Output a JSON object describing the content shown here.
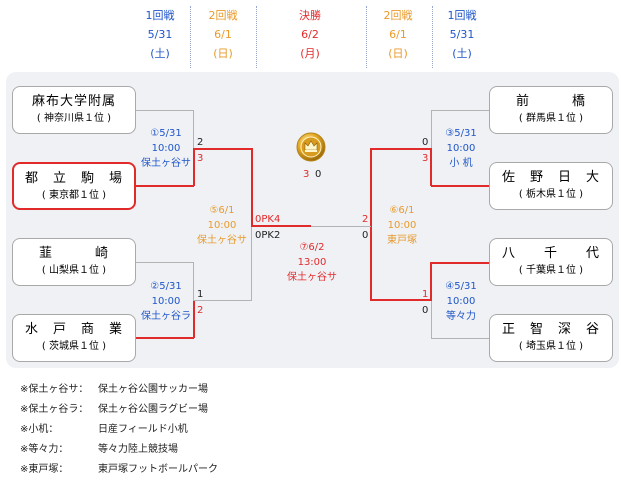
{
  "header": {
    "col1": {
      "round": "1回戦",
      "date": "5/31",
      "day": "(土)"
    },
    "col2": {
      "round": "2回戦",
      "date": "6/1",
      "day": "(日)"
    },
    "col3": {
      "round": "決勝",
      "date": "6/2",
      "day": "(月)"
    },
    "col4": {
      "round": "2回戦",
      "date": "6/1",
      "day": "(日)"
    },
    "col5": {
      "round": "1回戦",
      "date": "5/31",
      "day": "(土)"
    }
  },
  "teams": {
    "t1": {
      "name": "麻布大学附属",
      "pref": "( 神奈川県１位 )"
    },
    "t2": {
      "name": "都　立　駒　場",
      "pref": "( 東京都１位 )"
    },
    "t3": {
      "name": "韮　　　崎",
      "pref": "( 山梨県１位 )"
    },
    "t4": {
      "name": "水　戸　商　業",
      "pref": "( 茨城県１位 )"
    },
    "t5": {
      "name": "前　　　橋",
      "pref": "( 群馬県１位 )"
    },
    "t6": {
      "name": "佐　野　日　大",
      "pref": "( 栃木県１位 )"
    },
    "t7": {
      "name": "八　　千　　代",
      "pref": "( 千葉県１位 )"
    },
    "t8": {
      "name": "正　智　深　谷",
      "pref": "( 埼玉県１位 )"
    }
  },
  "matches": {
    "m1": {
      "no": "①5/31",
      "time": "10:00",
      "venue": "保土ヶ谷サ"
    },
    "m2": {
      "no": "②5/31",
      "time": "10:00",
      "venue": "保土ヶ谷ラ"
    },
    "m3": {
      "no": "③5/31",
      "time": "10:00",
      "venue": "小 机"
    },
    "m4": {
      "no": "④5/31",
      "time": "10:00",
      "venue": "等々力"
    },
    "m5": {
      "no": "⑤6/1",
      "time": "10:00",
      "venue": "保土ヶ谷サ"
    },
    "m6": {
      "no": "⑥6/1",
      "time": "10:00",
      "venue": "東戸塚"
    },
    "m7": {
      "no": "⑦6/2",
      "time": "13:00",
      "venue": "保土ヶ谷サ"
    }
  },
  "scores": {
    "m1_top": "2",
    "m1_bot": "3",
    "m2_top": "1",
    "m2_bot": "2",
    "m3_top": "0",
    "m3_bot": "3",
    "m4_top": "1",
    "m4_bot": "0",
    "m5_top": "0PK4",
    "m5_bot": "0PK2",
    "m6_top": "2",
    "m6_bot": "0",
    "final_left": "3",
    "final_right": "0"
  },
  "notes": [
    {
      "key": "※保土ヶ谷サ：",
      "val": "保土ヶ谷公園サッカー場"
    },
    {
      "key": "※保土ヶ谷ラ：",
      "val": "保土ヶ谷公園ラグビー場"
    },
    {
      "key": "※小机：",
      "val": "日産フィールド小机"
    },
    {
      "key": "※等々力：",
      "val": "等々力陸上競技場"
    },
    {
      "key": "※東戸塚：",
      "val": "東戸塚フットボールパーク"
    }
  ],
  "colors": {
    "winner": "#e12b2b",
    "round1": "#1f56c9",
    "round2": "#e99a2b",
    "final": "#e12b2b"
  },
  "icons": {
    "trophy": "crown-trophy-icon"
  }
}
